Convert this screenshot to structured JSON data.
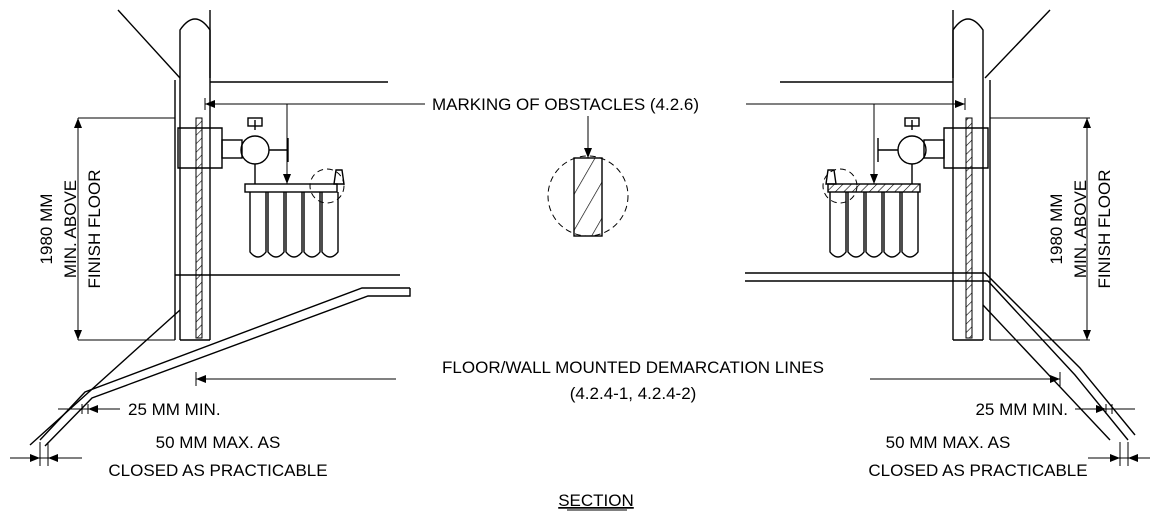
{
  "labels": {
    "marking_obstacles": "MARKING OF OBSTACLES (4.2.6)",
    "demarcation_line1": "FLOOR/WALL MOUNTED DEMARCATION LINES",
    "demarcation_line2": "(4.2.4-1, 4.2.4-2)",
    "min_25": "25 MM MIN.",
    "max_50_line1": "50 MM MAX. AS",
    "max_50_line2": "CLOSED AS PRACTICABLE",
    "height_line1": "1980 MM",
    "height_line2": "MIN. ABOVE",
    "height_line3": "FINISH FLOOR",
    "section_title": "SECTION"
  }
}
